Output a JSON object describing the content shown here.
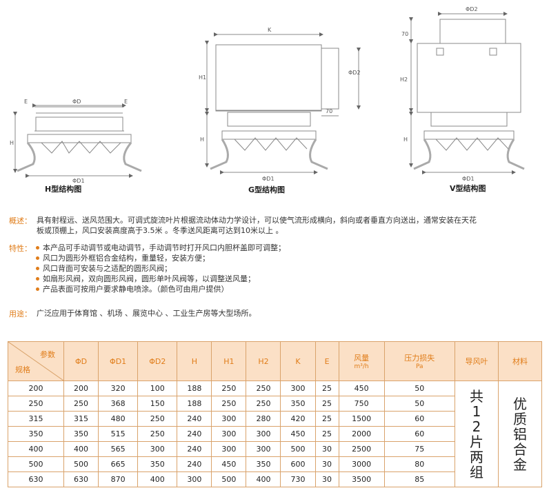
{
  "diagrams": {
    "h": {
      "caption": "H型结构图",
      "labels": {
        "phiD": "ΦD",
        "phiD1": "ΦD1",
        "e_left": "E",
        "e_right": "E",
        "h": "H"
      }
    },
    "g": {
      "caption": "G型结构图",
      "labels": {
        "k": "K",
        "h1": "H1",
        "h": "H",
        "phiD2": "ΦD2",
        "phiD1": "ΦD1",
        "dim70": "70"
      }
    },
    "v": {
      "caption": "V型结构图",
      "labels": {
        "phiD2": "ΦD2",
        "dim70": "70",
        "h2": "H2",
        "h": "H",
        "phiD1": "ΦD1"
      }
    }
  },
  "overview": {
    "label": "概述：",
    "line1": "具有射程远、送风范围大。可调式旋流叶片根据流动体动力学设计，可以使气流形成横向，斜向或者垂直方向送出，通常安装在天花",
    "line2": "板或顶棚上，风口安装高度高于3.5米 。冬季送风距离可达到10米以上 。"
  },
  "features": {
    "label": "特性：",
    "items": [
      "本产品可手动调节或电动调节，手动调节时打开风口内胆杯盖即可调整；",
      "风口为圆形外框铝合金结构，重量轻，安装方便；",
      "风口背面可安装与之适配的圆形风阀；",
      "如扇形风阀，双向圆形风阀，圆形单叶风阀等，以调整送风量；",
      "产品表面可按用户要求静电喷涂。（颜色可由用户提供）"
    ]
  },
  "usage": {
    "label": "用途：",
    "text": "广泛应用于体育馆 、机场 、展览中心 、工业生产房等大型场所。"
  },
  "table": {
    "corner_top": "参数",
    "corner_bottom": "规格",
    "headers": [
      "ΦD",
      "ΦD1",
      "ΦD2",
      "H",
      "H1",
      "H2",
      "K",
      "E",
      "风量",
      "压力损失",
      "导风叶",
      "材料"
    ],
    "header_sub": {
      "airflow_unit": "m³/h",
      "pressure_unit": "Pa"
    },
    "rows": [
      [
        "200",
        "200",
        "320",
        "100",
        "188",
        "250",
        "250",
        "300",
        "25",
        "450",
        "50"
      ],
      [
        "250",
        "250",
        "368",
        "150",
        "188",
        "250",
        "250",
        "350",
        "25",
        "750",
        "50"
      ],
      [
        "315",
        "315",
        "480",
        "250",
        "240",
        "300",
        "280",
        "420",
        "25",
        "1500",
        "60"
      ],
      [
        "350",
        "350",
        "515",
        "250",
        "240",
        "300",
        "300",
        "450",
        "25",
        "2000",
        "60"
      ],
      [
        "400",
        "400",
        "565",
        "300",
        "240",
        "300",
        "300",
        "500",
        "30",
        "2500",
        "75"
      ],
      [
        "500",
        "500",
        "665",
        "350",
        "240",
        "450",
        "350",
        "600",
        "30",
        "3000",
        "80"
      ],
      [
        "630",
        "630",
        "870",
        "400",
        "300",
        "500",
        "400",
        "730",
        "30",
        "3500",
        "85"
      ]
    ],
    "blades": "共12片两组",
    "material": "优质铝合金"
  }
}
